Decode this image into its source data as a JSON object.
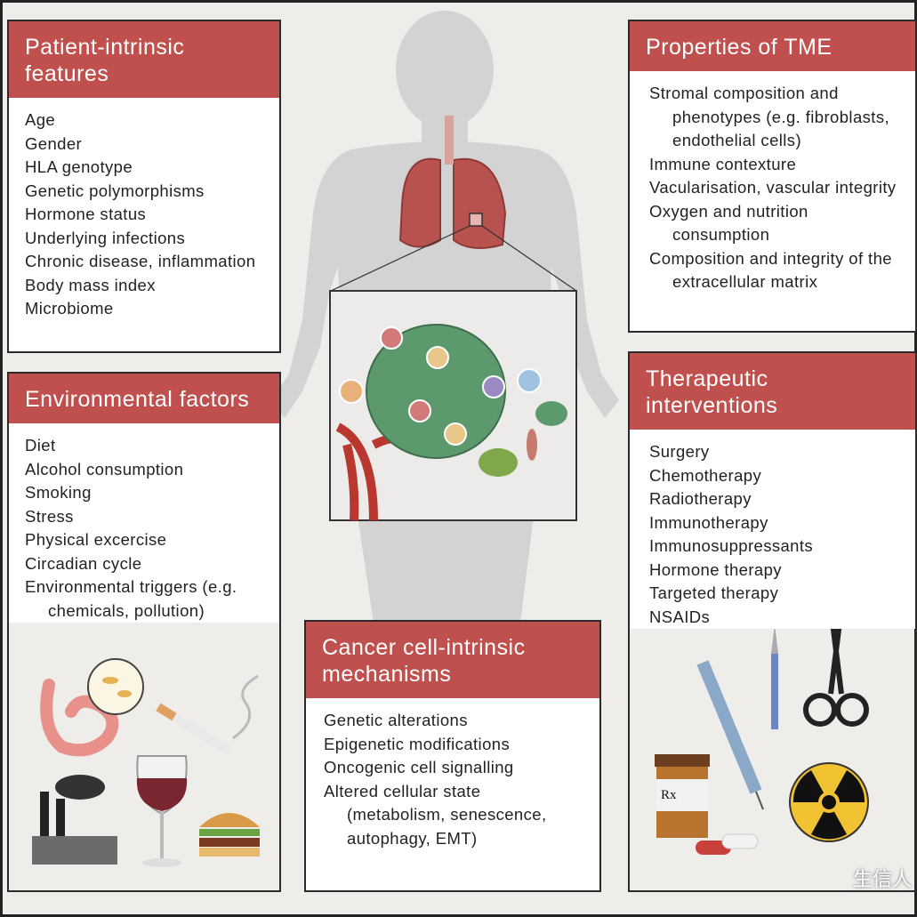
{
  "boxes": {
    "patient": {
      "title": "Patient-intrinsic features",
      "items": [
        "Age",
        "Gender",
        "HLA genotype",
        "Genetic polymorphisms",
        "Hormone status",
        "Underlying infections",
        "Chronic disease, inflammation",
        "Body mass index",
        "Microbiome"
      ]
    },
    "environmental": {
      "title": "Environmental factors",
      "items": [
        "Diet",
        "Alcohol consumption",
        "Smoking",
        "Stress",
        "Physical excercise",
        "Circadian cycle",
        "Environmental triggers (e.g. chemicals, pollution)"
      ]
    },
    "tme": {
      "title": "Properties of TME",
      "items": [
        "Stromal composition and phenotypes (e.g. fibroblasts, endothelial cells)",
        "Immune contexture",
        "Vacularisation, vascular integrity",
        "Oxygen and nutrition consumption",
        "Composition and integrity of the extracellular matrix"
      ]
    },
    "therapeutic": {
      "title": "Therapeutic interventions",
      "items": [
        "Surgery",
        "Chemotherapy",
        "Radiotherapy",
        "Immunotherapy",
        "Immunosuppressants",
        "Hormone therapy",
        "Targeted therapy",
        "NSAIDs"
      ]
    },
    "cancer": {
      "title": "Cancer cell-intrinsic mechanisms",
      "items": [
        "Genetic alterations",
        "Epigenetic modifications",
        "Oncogenic cell signalling",
        "Altered cellular state (metabolism, senescence, autophagy, EMT)"
      ]
    }
  },
  "prescription_label": "Rx",
  "watermark": "生信人",
  "icons": [
    "body-silhouette-icon",
    "lungs-icon",
    "tumor-microenvironment-icon",
    "intestine-icon",
    "cigarette-icon",
    "wine-glass-icon",
    "factory-icon",
    "burger-icon",
    "syringe-icon",
    "scalpel-icon",
    "scissors-icon",
    "pill-bottle-icon",
    "capsule-icon",
    "radiation-icon"
  ],
  "colors": {
    "header": "#c0504d",
    "silhouette": "#d3d3d4",
    "tumor": "#5c9a6e",
    "vessel": "#b9372f"
  }
}
